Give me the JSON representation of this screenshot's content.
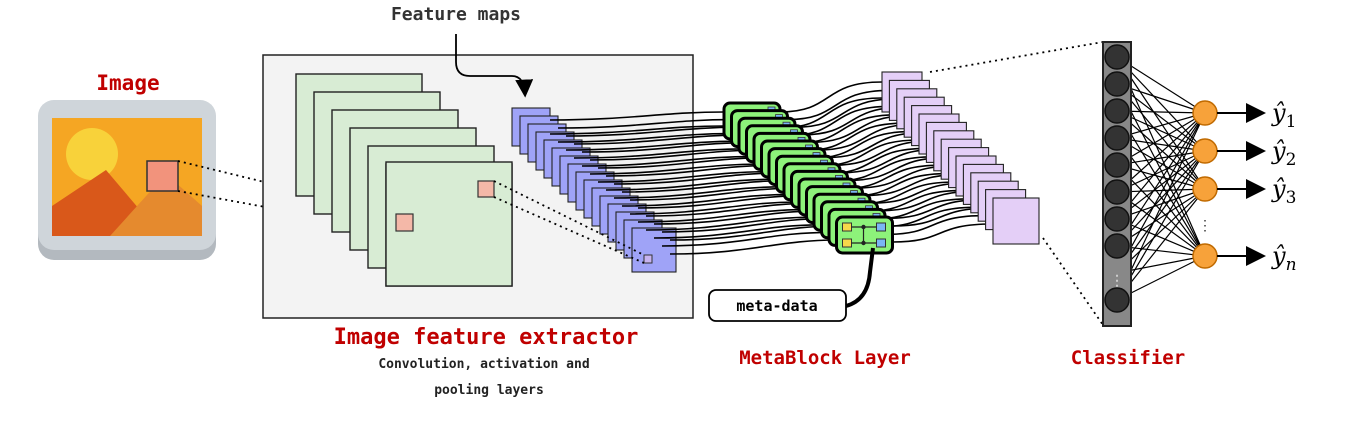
{
  "labels": {
    "image": "Image",
    "feature_maps": "Feature maps",
    "extractor_title": "Image feature extractor",
    "extractor_sub1": "Convolution, activation and",
    "extractor_sub2": "pooling layers",
    "metablock": "MetaBlock Layer",
    "metadata": "meta-data",
    "classifier": "Classifier"
  },
  "outputs": [
    {
      "base": "ŷ",
      "sub": "1"
    },
    {
      "base": "ŷ",
      "sub": "2"
    },
    {
      "base": "ŷ",
      "sub": "3"
    },
    {
      "base": "ŷ",
      "sub": "n"
    }
  ],
  "colors": {
    "title_red": "#c00000",
    "conv_fill": "#d8ecd4",
    "feature_fill": "#9fa3f7",
    "block_fill": "#8df27a",
    "purple_fill": "#e4cff7",
    "neuron_dark": "#333333",
    "neuron_orange": "#f7a23a",
    "image_frame": "#c5cbd1"
  }
}
